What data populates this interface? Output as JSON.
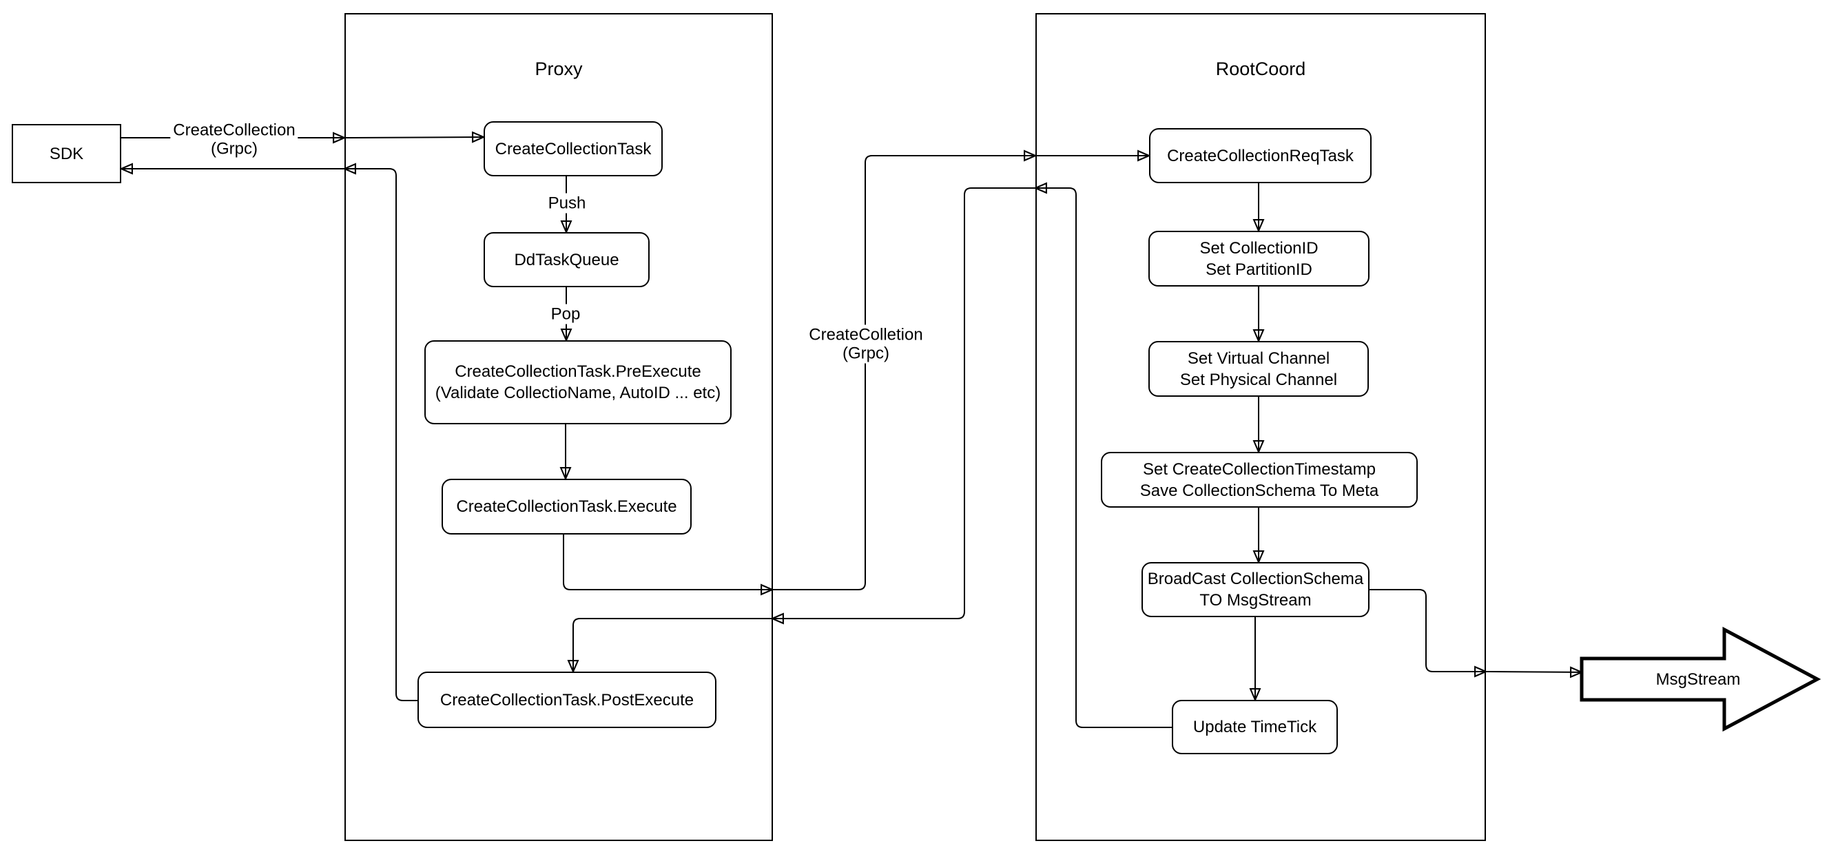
{
  "diagram": {
    "colors": {
      "line": "#000000",
      "background": "#ffffff",
      "node_fill": "#ffffff"
    },
    "sdk_label": "SDK",
    "msgstream_label": "MsgStream",
    "proxy": {
      "title": "Proxy",
      "create_collection_task": "CreateCollectionTask",
      "dd_task_queue": "DdTaskQueue",
      "pre_execute_1": "CreateCollectionTask.PreExecute",
      "pre_execute_2": "(Validate CollectioName, AutoID ... etc)",
      "execute": "CreateCollectionTask.Execute",
      "post_execute": "CreateCollectionTask.PostExecute"
    },
    "rootcoord": {
      "title": "RootCoord",
      "req_task": "CreateCollectionReqTask",
      "set_ids_1": "Set CollectionID",
      "set_ids_2": "Set PartitionID",
      "set_channel_1": "Set Virtual Channel",
      "set_channel_2": "Set Physical Channel",
      "set_ts_1": "Set CreateCollectionTimestamp",
      "set_ts_2": "Save CollectionSchema To Meta",
      "broadcast_1": "BroadCast CollectionSchema",
      "broadcast_2": "TO MsgStream",
      "update_timetick": "Update TimeTick"
    },
    "edge_labels": {
      "sdk_grpc_1": "CreateCollection",
      "sdk_grpc_2": "(Grpc)",
      "push": "Push",
      "pop": "Pop",
      "proxy_grpc_1": "CreateColletion",
      "proxy_grpc_2": "(Grpc)"
    }
  }
}
